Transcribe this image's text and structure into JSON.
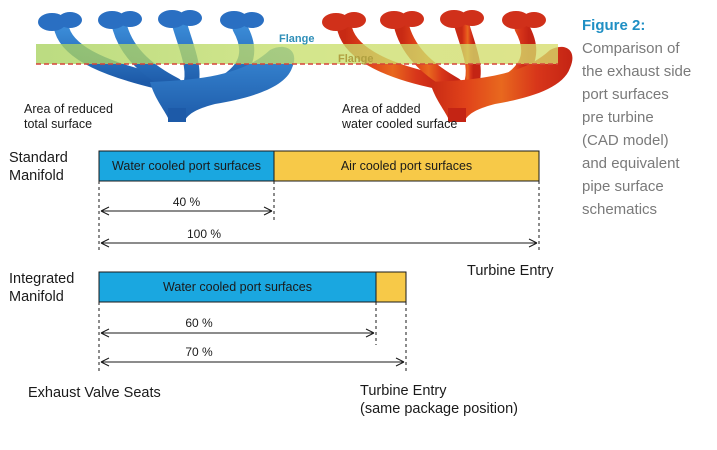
{
  "caption": {
    "figure_label": "Figure 2:",
    "text_lines": [
      "Comparison of",
      "the exhaust side",
      "port surfaces",
      "pre turbine",
      "(CAD model)",
      "and equivalent",
      "pipe surface",
      "schematics"
    ]
  },
  "cad": {
    "flange_left": "Flange",
    "flange_right": "Flange",
    "left_label_lines": [
      "Area of reduced",
      "total surface"
    ],
    "right_label_lines": [
      "Area of added",
      "water cooled surface"
    ]
  },
  "standard": {
    "label_lines": [
      "Standard",
      "Manifold"
    ],
    "water_label": "Water cooled port surfaces",
    "air_label": "Air cooled port surfaces",
    "dim_short": "40 %",
    "dim_full": "100 %",
    "end_label": "Turbine Entry"
  },
  "integrated": {
    "label_lines": [
      "Integrated",
      "Manifold"
    ],
    "water_label": "Water cooled port surfaces",
    "dim_short": "60 %",
    "dim_full": "70 %"
  },
  "bottom": {
    "left_label": "Exhaust Valve Seats",
    "right_label_lines": [
      "Turbine Entry",
      "(same package position)"
    ]
  },
  "colors": {
    "water": "#1aa7e0",
    "air": "#f7c948",
    "flange_band": "#b9d96b",
    "flange_text": "#2f8fb8",
    "caption_accent": "#1f8fc4"
  }
}
